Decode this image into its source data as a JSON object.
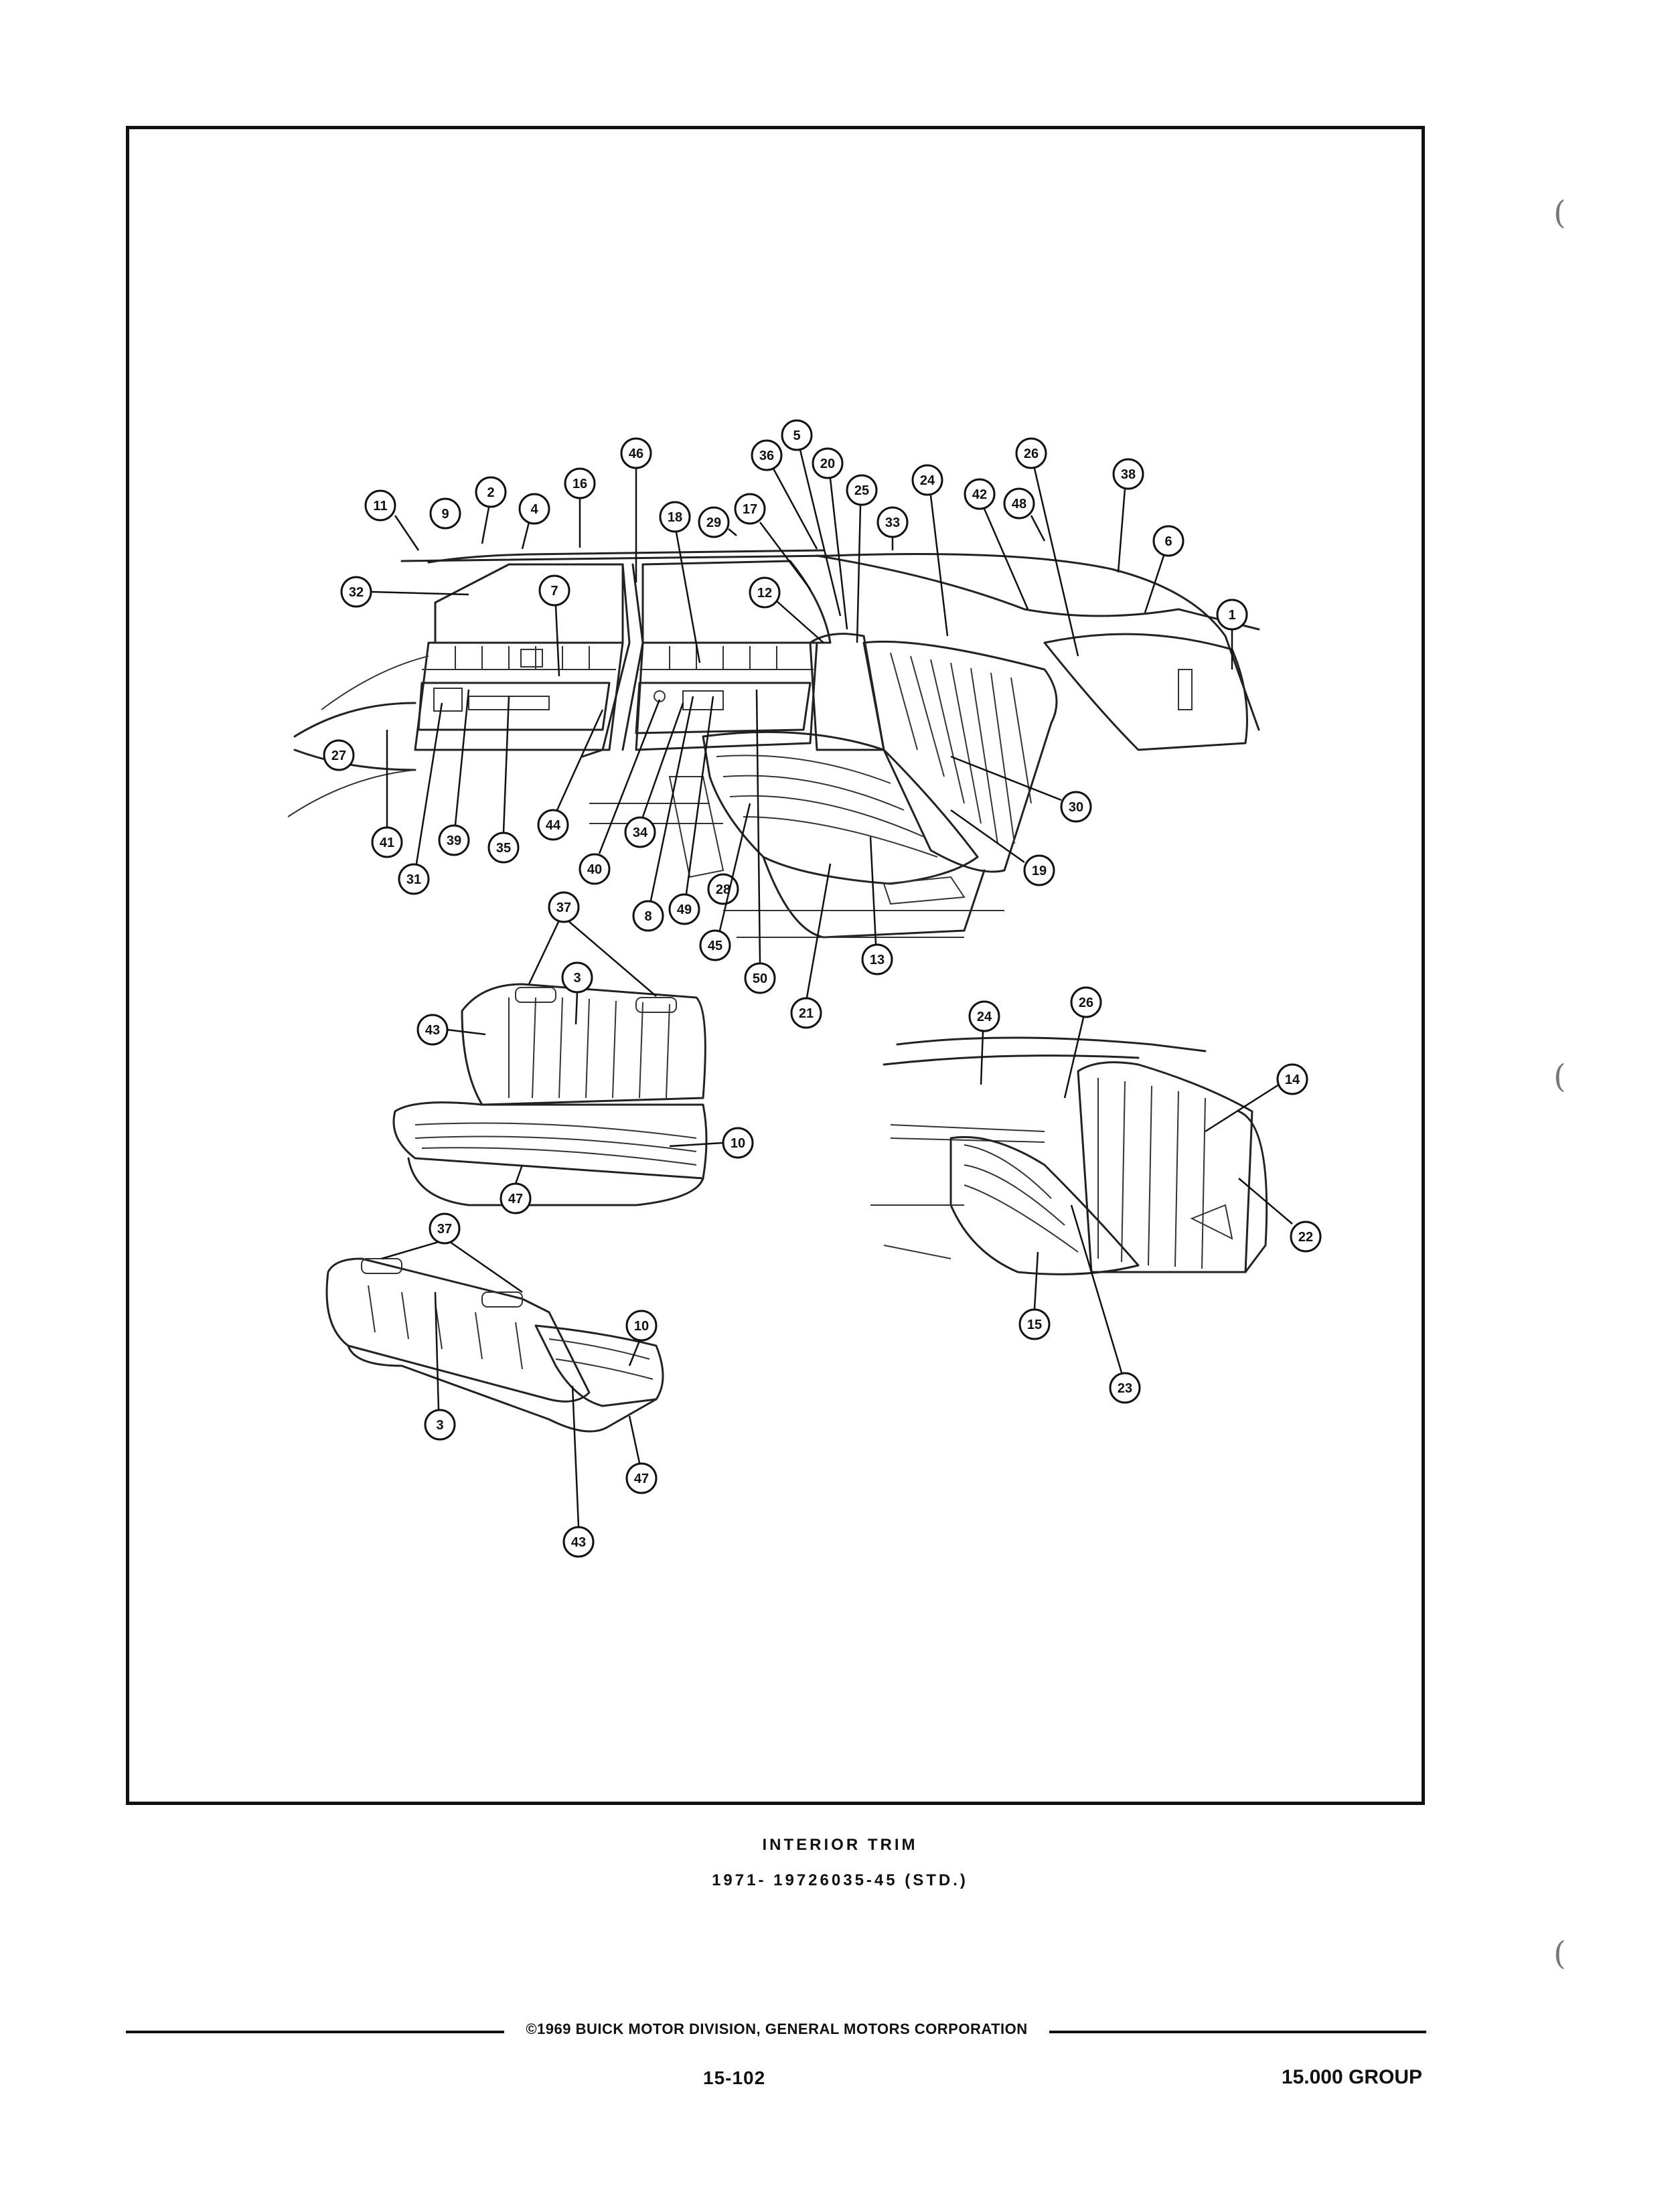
{
  "figure": {
    "caption_title": "INTERIOR TRIM",
    "caption_subtitle": "1971- 19726035-45 (STD.)",
    "callouts_main": [
      "1",
      "2",
      "4",
      "5",
      "6",
      "7",
      "8",
      "9",
      "11",
      "12",
      "13",
      "16",
      "17",
      "18",
      "19",
      "20",
      "21",
      "24",
      "25",
      "26",
      "27",
      "28",
      "29",
      "30",
      "31",
      "32",
      "33",
      "34",
      "35",
      "36",
      "38",
      "39",
      "40",
      "41",
      "42",
      "44",
      "45",
      "46",
      "48",
      "49",
      "50"
    ],
    "callouts_rear_seat": [
      "37",
      "3",
      "43",
      "10",
      "47"
    ],
    "callouts_folded_seat": [
      "37",
      "10",
      "3",
      "47",
      "43"
    ],
    "callouts_third_seat": [
      "24",
      "26",
      "14",
      "22",
      "15",
      "23"
    ]
  },
  "footer": {
    "copyright": "©1969 BUICK MOTOR DIVISION, GENERAL MOTORS CORPORATION",
    "page_number": "15-102",
    "group": "15.000 GROUP"
  },
  "colors": {
    "ink": "#111111",
    "paper": "#ffffff"
  }
}
